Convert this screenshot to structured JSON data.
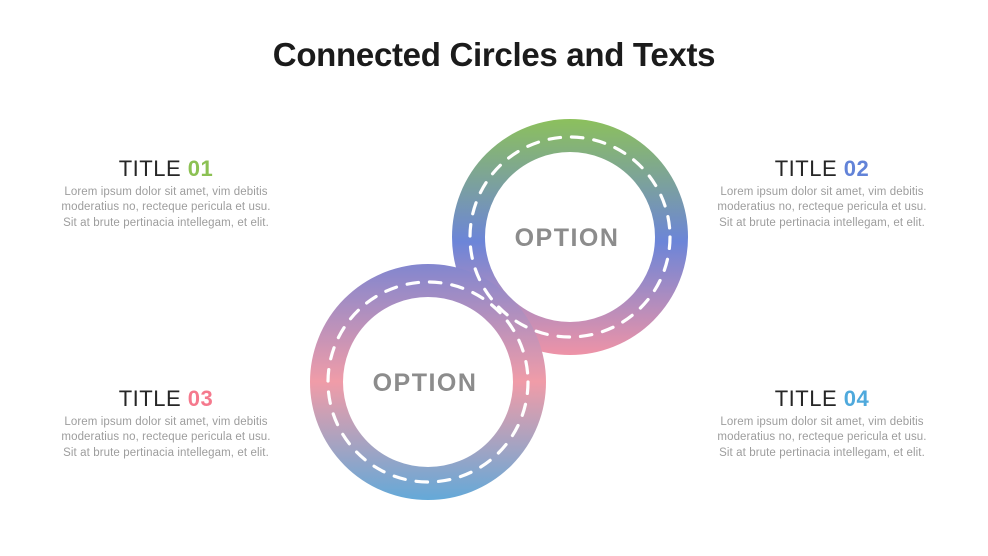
{
  "slide": {
    "title": "Connected Circles and Texts"
  },
  "diagram": {
    "circles": [
      {
        "label": "OPTION",
        "gradient": [
          "#8CC05C",
          "#6C85D8",
          "#EE93A7"
        ]
      },
      {
        "label": "OPTION",
        "gradient": [
          "#8286CF",
          "#F09CA8",
          "#64A9D8"
        ]
      }
    ],
    "dash_color": "#FFFFFF",
    "label_color": "#8C8C8C"
  },
  "blocks": [
    {
      "title": "TITLE",
      "number": "01",
      "number_color": "#8CC153",
      "lines": [
        "Lorem ipsum dolor sit amet, vim debitis",
        "moderatius no, recteque pericula et usu.",
        "Sit at brute pertinacia intellegam, et elit."
      ]
    },
    {
      "title": "TITLE",
      "number": "02",
      "number_color": "#6283D8",
      "lines": [
        "Lorem ipsum dolor sit amet, vim debitis",
        "moderatius no, recteque pericula et usu.",
        "Sit at brute pertinacia intellegam, et elit."
      ]
    },
    {
      "title": "TITLE",
      "number": "03",
      "number_color": "#F5798D",
      "lines": [
        "Lorem ipsum dolor sit amet, vim debitis",
        "moderatius no, recteque pericula et usu.",
        "Sit at brute pertinacia intellegam, et elit."
      ]
    },
    {
      "title": "TITLE",
      "number": "04",
      "number_color": "#4FA9DC",
      "lines": [
        "Lorem ipsum dolor sit amet, vim debitis",
        "moderatius no, recteque pericula et usu.",
        "Sit at brute pertinacia intellegam, et elit."
      ]
    }
  ]
}
